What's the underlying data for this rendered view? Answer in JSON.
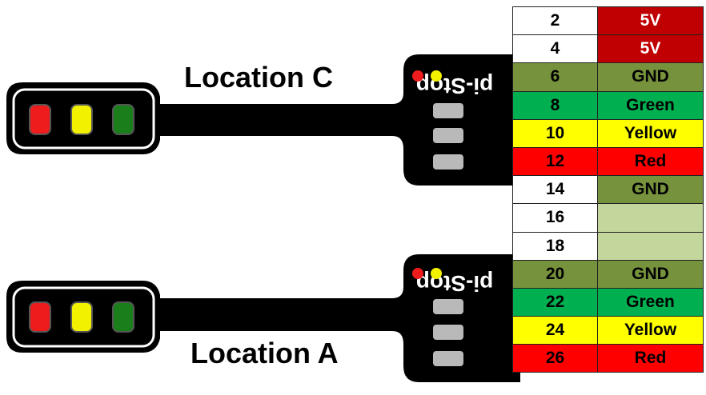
{
  "labels": {
    "location_c": "Location C",
    "location_a": "Location A"
  },
  "brand_text": "pi-Stop",
  "colors": {
    "board": "#000000",
    "led_red": "#ee1c1c",
    "led_yellow": "#f2f200",
    "led_green": "#1a7f1a",
    "pad": "#b9b9b9"
  },
  "pin_table": [
    {
      "pin": "2",
      "signal": "5V",
      "pin_bg": "#ffffff",
      "sig_bg": "#c00000",
      "sig_color": "#ffffff",
      "pin_color": "#000000"
    },
    {
      "pin": "4",
      "signal": "5V",
      "pin_bg": "#ffffff",
      "sig_bg": "#c00000",
      "sig_color": "#ffffff",
      "pin_color": "#000000"
    },
    {
      "pin": "6",
      "signal": "GND",
      "pin_bg": "#76923c",
      "sig_bg": "#76923c",
      "sig_color": "#000000",
      "pin_color": "#000000"
    },
    {
      "pin": "8",
      "signal": "Green",
      "pin_bg": "#00b050",
      "sig_bg": "#00b050",
      "sig_color": "#000000",
      "pin_color": "#000000"
    },
    {
      "pin": "10",
      "signal": "Yellow",
      "pin_bg": "#ffff00",
      "sig_bg": "#ffff00",
      "sig_color": "#000000",
      "pin_color": "#000000"
    },
    {
      "pin": "12",
      "signal": "Red",
      "pin_bg": "#ff0000",
      "sig_bg": "#ff0000",
      "sig_color": "#000000",
      "pin_color": "#000000"
    },
    {
      "pin": "14",
      "signal": "GND",
      "pin_bg": "#ffffff",
      "sig_bg": "#76923c",
      "sig_color": "#000000",
      "pin_color": "#000000"
    },
    {
      "pin": "16",
      "signal": "",
      "pin_bg": "#ffffff",
      "sig_bg": "#c3d69b",
      "sig_color": "#000000",
      "pin_color": "#000000"
    },
    {
      "pin": "18",
      "signal": "",
      "pin_bg": "#ffffff",
      "sig_bg": "#c3d69b",
      "sig_color": "#000000",
      "pin_color": "#000000"
    },
    {
      "pin": "20",
      "signal": "GND",
      "pin_bg": "#76923c",
      "sig_bg": "#76923c",
      "sig_color": "#000000",
      "pin_color": "#000000"
    },
    {
      "pin": "22",
      "signal": "Green",
      "pin_bg": "#00b050",
      "sig_bg": "#00b050",
      "sig_color": "#000000",
      "pin_color": "#000000"
    },
    {
      "pin": "24",
      "signal": "Yellow",
      "pin_bg": "#ffff00",
      "sig_bg": "#ffff00",
      "sig_color": "#000000",
      "pin_color": "#000000"
    },
    {
      "pin": "26",
      "signal": "Red",
      "pin_bg": "#ff0000",
      "sig_bg": "#ff0000",
      "sig_color": "#000000",
      "pin_color": "#000000"
    }
  ]
}
